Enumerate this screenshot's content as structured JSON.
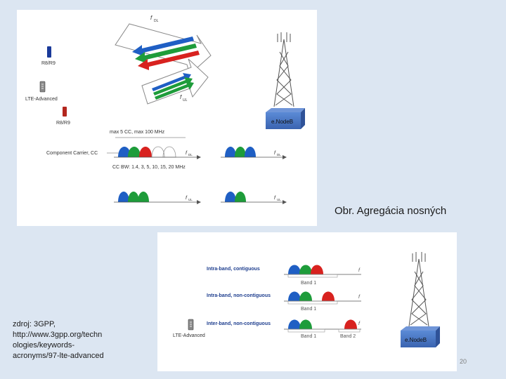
{
  "caption": "Obr. Agregácia nosných",
  "source_lines": [
    "zdroj: 3GPP,",
    "http://www.3gpp.org/techn",
    "ologies/keywords-",
    "acronyms/97-lte-advanced"
  ],
  "page_number": "20",
  "top_diagram": {
    "f_dl": "f",
    "f_dl_sub": "DL",
    "f_ul": "f",
    "f_ul_sub": "UL",
    "device_r8r9_top": "R8/R9",
    "device_lte_advanced": "LTE-Advanced",
    "device_r8r9_bottom": "R8/R9",
    "enodeb": "e.NodeB",
    "max_cc": "max 5 CC, max 100 MHz",
    "component_carrier": "Component Carrier, CC",
    "cc_bw": "CC BW: 1.4, 3, 5, 10, 15, 20 MHz",
    "axis_f": "f",
    "axis_sub_dl": "DL",
    "axis_sub_ul": "UL"
  },
  "bottom_diagram": {
    "intra_contiguous": "Intra-band, contiguous",
    "intra_noncontiguous": "Intra-band, non-contiguous",
    "inter_noncontiguous": "Inter-band, non-contiguous",
    "band1": "Band 1",
    "band2": "Band 2",
    "axis_f": "f",
    "device_lte_advanced": "LTE-Advanced",
    "enodeb": "e.NodeB"
  },
  "colors": {
    "blue": "#1f5fc4",
    "green": "#1e9c3a",
    "red": "#d8221f",
    "tower_box": "#4472c4",
    "label_blue": "#1f3f8f"
  }
}
